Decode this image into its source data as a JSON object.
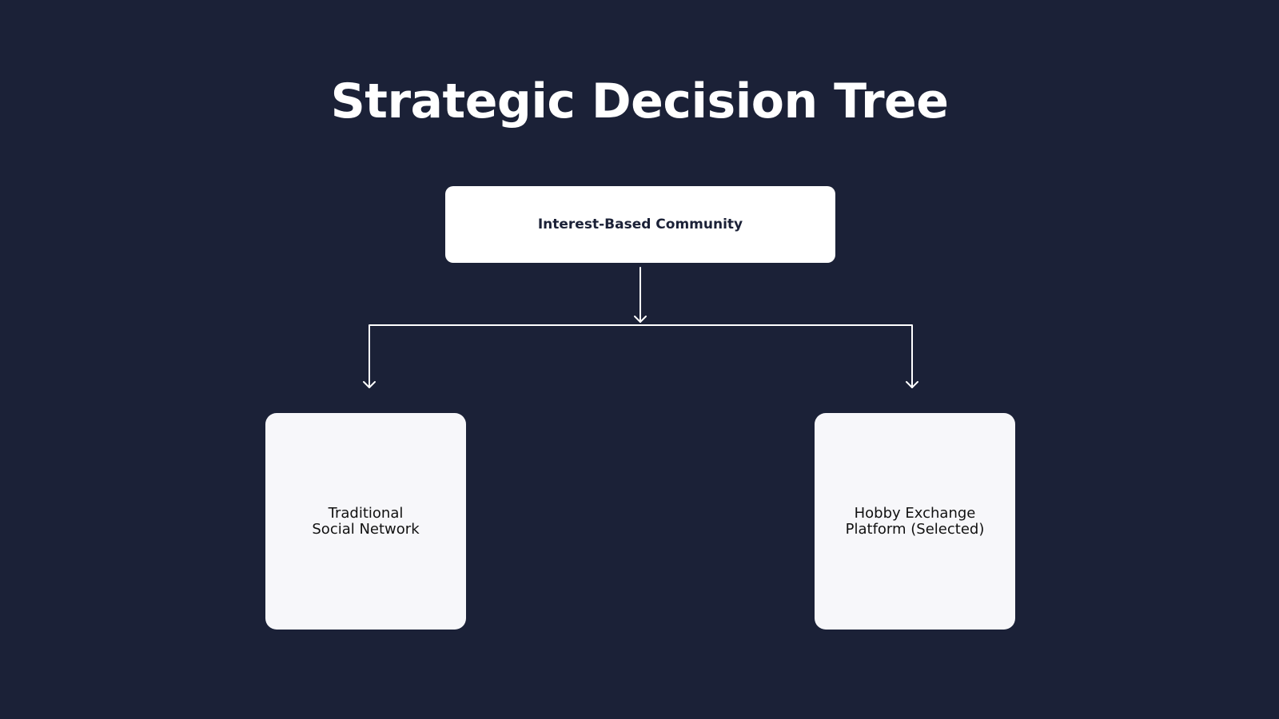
{
  "title": "Strategic Decision Tree",
  "colors": {
    "background": "#1b2137",
    "node_root": "#ffffff",
    "node_leaf": "#f7f7fa",
    "connector": "#ffffff"
  },
  "tree": {
    "root": {
      "label": "Interest-Based Community"
    },
    "children": [
      {
        "lines": [
          "Traditional",
          "Social Network"
        ]
      },
      {
        "lines": [
          "Hobby Exchange",
          "Platform (Selected)"
        ]
      }
    ]
  }
}
